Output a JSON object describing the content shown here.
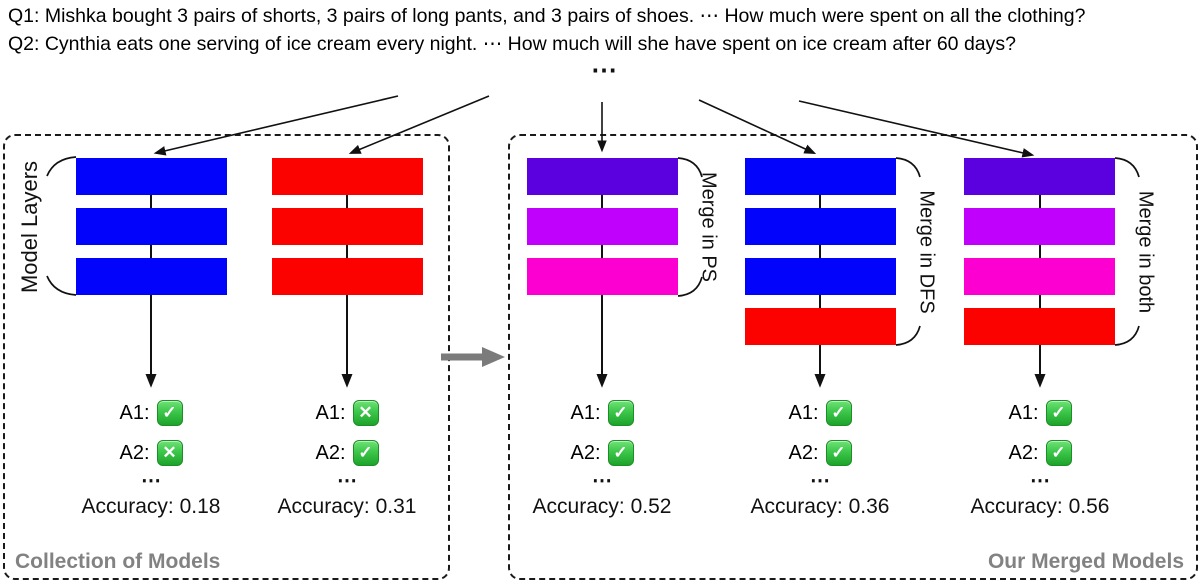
{
  "questions": [
    "Q1: Mishka bought 3 pairs of shorts, 3 pairs of long pants, and 3 pairs of shoes. ⋯ How much were spent on all the clothing?",
    "Q2: Cynthia eats one serving of ice cream every night. ⋯ How much will she have spent on ice cream after 60 days?"
  ],
  "ellipsis": "⋯",
  "boxes": {
    "left_label": "Collection of Models",
    "right_label": "Our Merged Models",
    "model_layers_label": "Model Layers"
  },
  "models": [
    {
      "bars": [
        "#0203fb",
        "#0203fb",
        "#0203fb"
      ],
      "answers": [
        {
          "label": "A1:",
          "mark": "✓"
        },
        {
          "label": "A2:",
          "mark": "✕"
        }
      ],
      "dots": "⋯",
      "accuracy_label": "Accuracy: 0.18"
    },
    {
      "bars": [
        "#fb0200",
        "#fb0200",
        "#fb0200"
      ],
      "answers": [
        {
          "label": "A1:",
          "mark": "✕"
        },
        {
          "label": "A2:",
          "mark": "✓"
        }
      ],
      "dots": "⋯",
      "accuracy_label": "Accuracy: 0.31"
    },
    {
      "side_label": "Merge in PS",
      "bars": [
        "#5b00df",
        "#c001fb",
        "#fb00d0"
      ],
      "answers": [
        {
          "label": "A1:",
          "mark": "✓"
        },
        {
          "label": "A2:",
          "mark": "✓"
        }
      ],
      "dots": "⋯",
      "accuracy_label": "Accuracy: 0.52"
    },
    {
      "side_label": "Merge in DFS",
      "bars": [
        "#0203fb",
        "#0203fb",
        "#0203fb",
        "#fb0200"
      ],
      "answers": [
        {
          "label": "A1:",
          "mark": "✓"
        },
        {
          "label": "A2:",
          "mark": "✓"
        }
      ],
      "dots": "⋯",
      "accuracy_label": "Accuracy: 0.36"
    },
    {
      "side_label": "Merge in both",
      "bars": [
        "#5b00df",
        "#c001fb",
        "#fb00d0",
        "#fb0200"
      ],
      "answers": [
        {
          "label": "A1:",
          "mark": "✓"
        },
        {
          "label": "A2:",
          "mark": "✓"
        }
      ],
      "dots": "⋯",
      "accuracy_label": "Accuracy: 0.56"
    }
  ]
}
